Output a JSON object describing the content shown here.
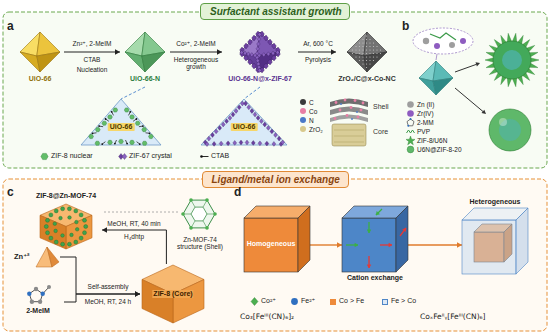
{
  "diagram": {
    "nodes": [
      {
        "text": [
          "Surfactant assistant growth"
        ]
      },
      {
        "text": [
          "UiO-66"
        ]
      },
      {
        "text": [
          "UiO-66-N"
        ]
      },
      {
        "text": [
          "UiO-66-N@x-ZIF-67"
        ]
      },
      {
        "text": [
          "ZrO₂/C@x-Co-NC"
        ]
      },
      {
        "text": [
          "UiO-66"
        ]
      },
      {
        "text": [
          "UiO-66"
        ]
      },
      {
        "text": [
          "Ligand/metal ion exchange"
        ]
      },
      {
        "text": [
          "ZIF-8@Zn-MOF-74"
        ]
      },
      {
        "text": [
          "Zn⁺²"
        ]
      },
      {
        "text": [
          "2-MeIM"
        ]
      },
      {
        "text": [
          "ZIF-8 (Core)"
        ]
      },
      {
        "text": [
          "Homogeneous"
        ]
      },
      {
        "text": [
          "Cation exchange"
        ]
      },
      {
        "text": [
          "Heterogeneous"
        ]
      }
    ],
    "edges": [
      {
        "from": 1,
        "to": 2,
        "arrow": "to"
      },
      {
        "from": 2,
        "to": 3,
        "arrow": "to"
      },
      {
        "from": 3,
        "to": 4,
        "arrow": "to"
      },
      {
        "from": 2,
        "to": 5,
        "arrow": "none"
      },
      {
        "from": 3,
        "to": 6,
        "arrow": "none"
      },
      {
        "from": 9,
        "to": 11,
        "arrow": "to"
      },
      {
        "from": 10,
        "to": 11,
        "arrow": "to"
      },
      {
        "from": 11,
        "to": 8,
        "arrow": "to"
      },
      {
        "from": 12,
        "to": 13,
        "arrow": "to"
      },
      {
        "from": 13,
        "to": 14,
        "arrow": "to"
      }
    ],
    "labels": [
      "a",
      "Zn²⁺, 2-MeIM",
      "CTAB",
      "Nucleation",
      "Co²⁺, 2-MeIM",
      "Heterogeneous growth",
      "Ar, 600 °C",
      "Pyrolysis",
      "Shell",
      "Core",
      "b",
      "c",
      "MeOH, RT, 40 min",
      "H₄dhtp",
      "Zn-MOF-74 structure (Shell)",
      "Self-assembly",
      "MeOH, RT, 24 h",
      "d",
      "Co₃[Feᴵᴵᴵ(CN)₆]₂",
      "CoₓFeᴵᴵᵧ[Feᴵᴵᴵ(CN)₆]"
    ],
    "legend": [
      {
        "text": "C",
        "color": "#3a3a3a"
      },
      {
        "text": "Co",
        "color": "#e77fa5"
      },
      {
        "text": "N",
        "color": "#4a79c9"
      },
      {
        "text": "ZrO₂",
        "color": "#d8c98c"
      },
      {
        "text": "ZIF-8 nuclear"
      },
      {
        "text": "ZIF-67 crystal"
      },
      {
        "text": "CTAB"
      },
      {
        "text": "Zn (II)"
      },
      {
        "text": "Zr(IV)"
      },
      {
        "text": "2-MM"
      },
      {
        "text": "PVP"
      },
      {
        "text": "ZIF-8/U6N"
      },
      {
        "text": "U6N@ZIF-8-20"
      },
      {
        "text": "Co²⁺"
      },
      {
        "text": "Fe²⁺"
      },
      {
        "text": "Co > Fe",
        "color": "#ee8a3a"
      },
      {
        "text": "Fe > Co",
        "color": "#dce8f6"
      }
    ]
  }
}
